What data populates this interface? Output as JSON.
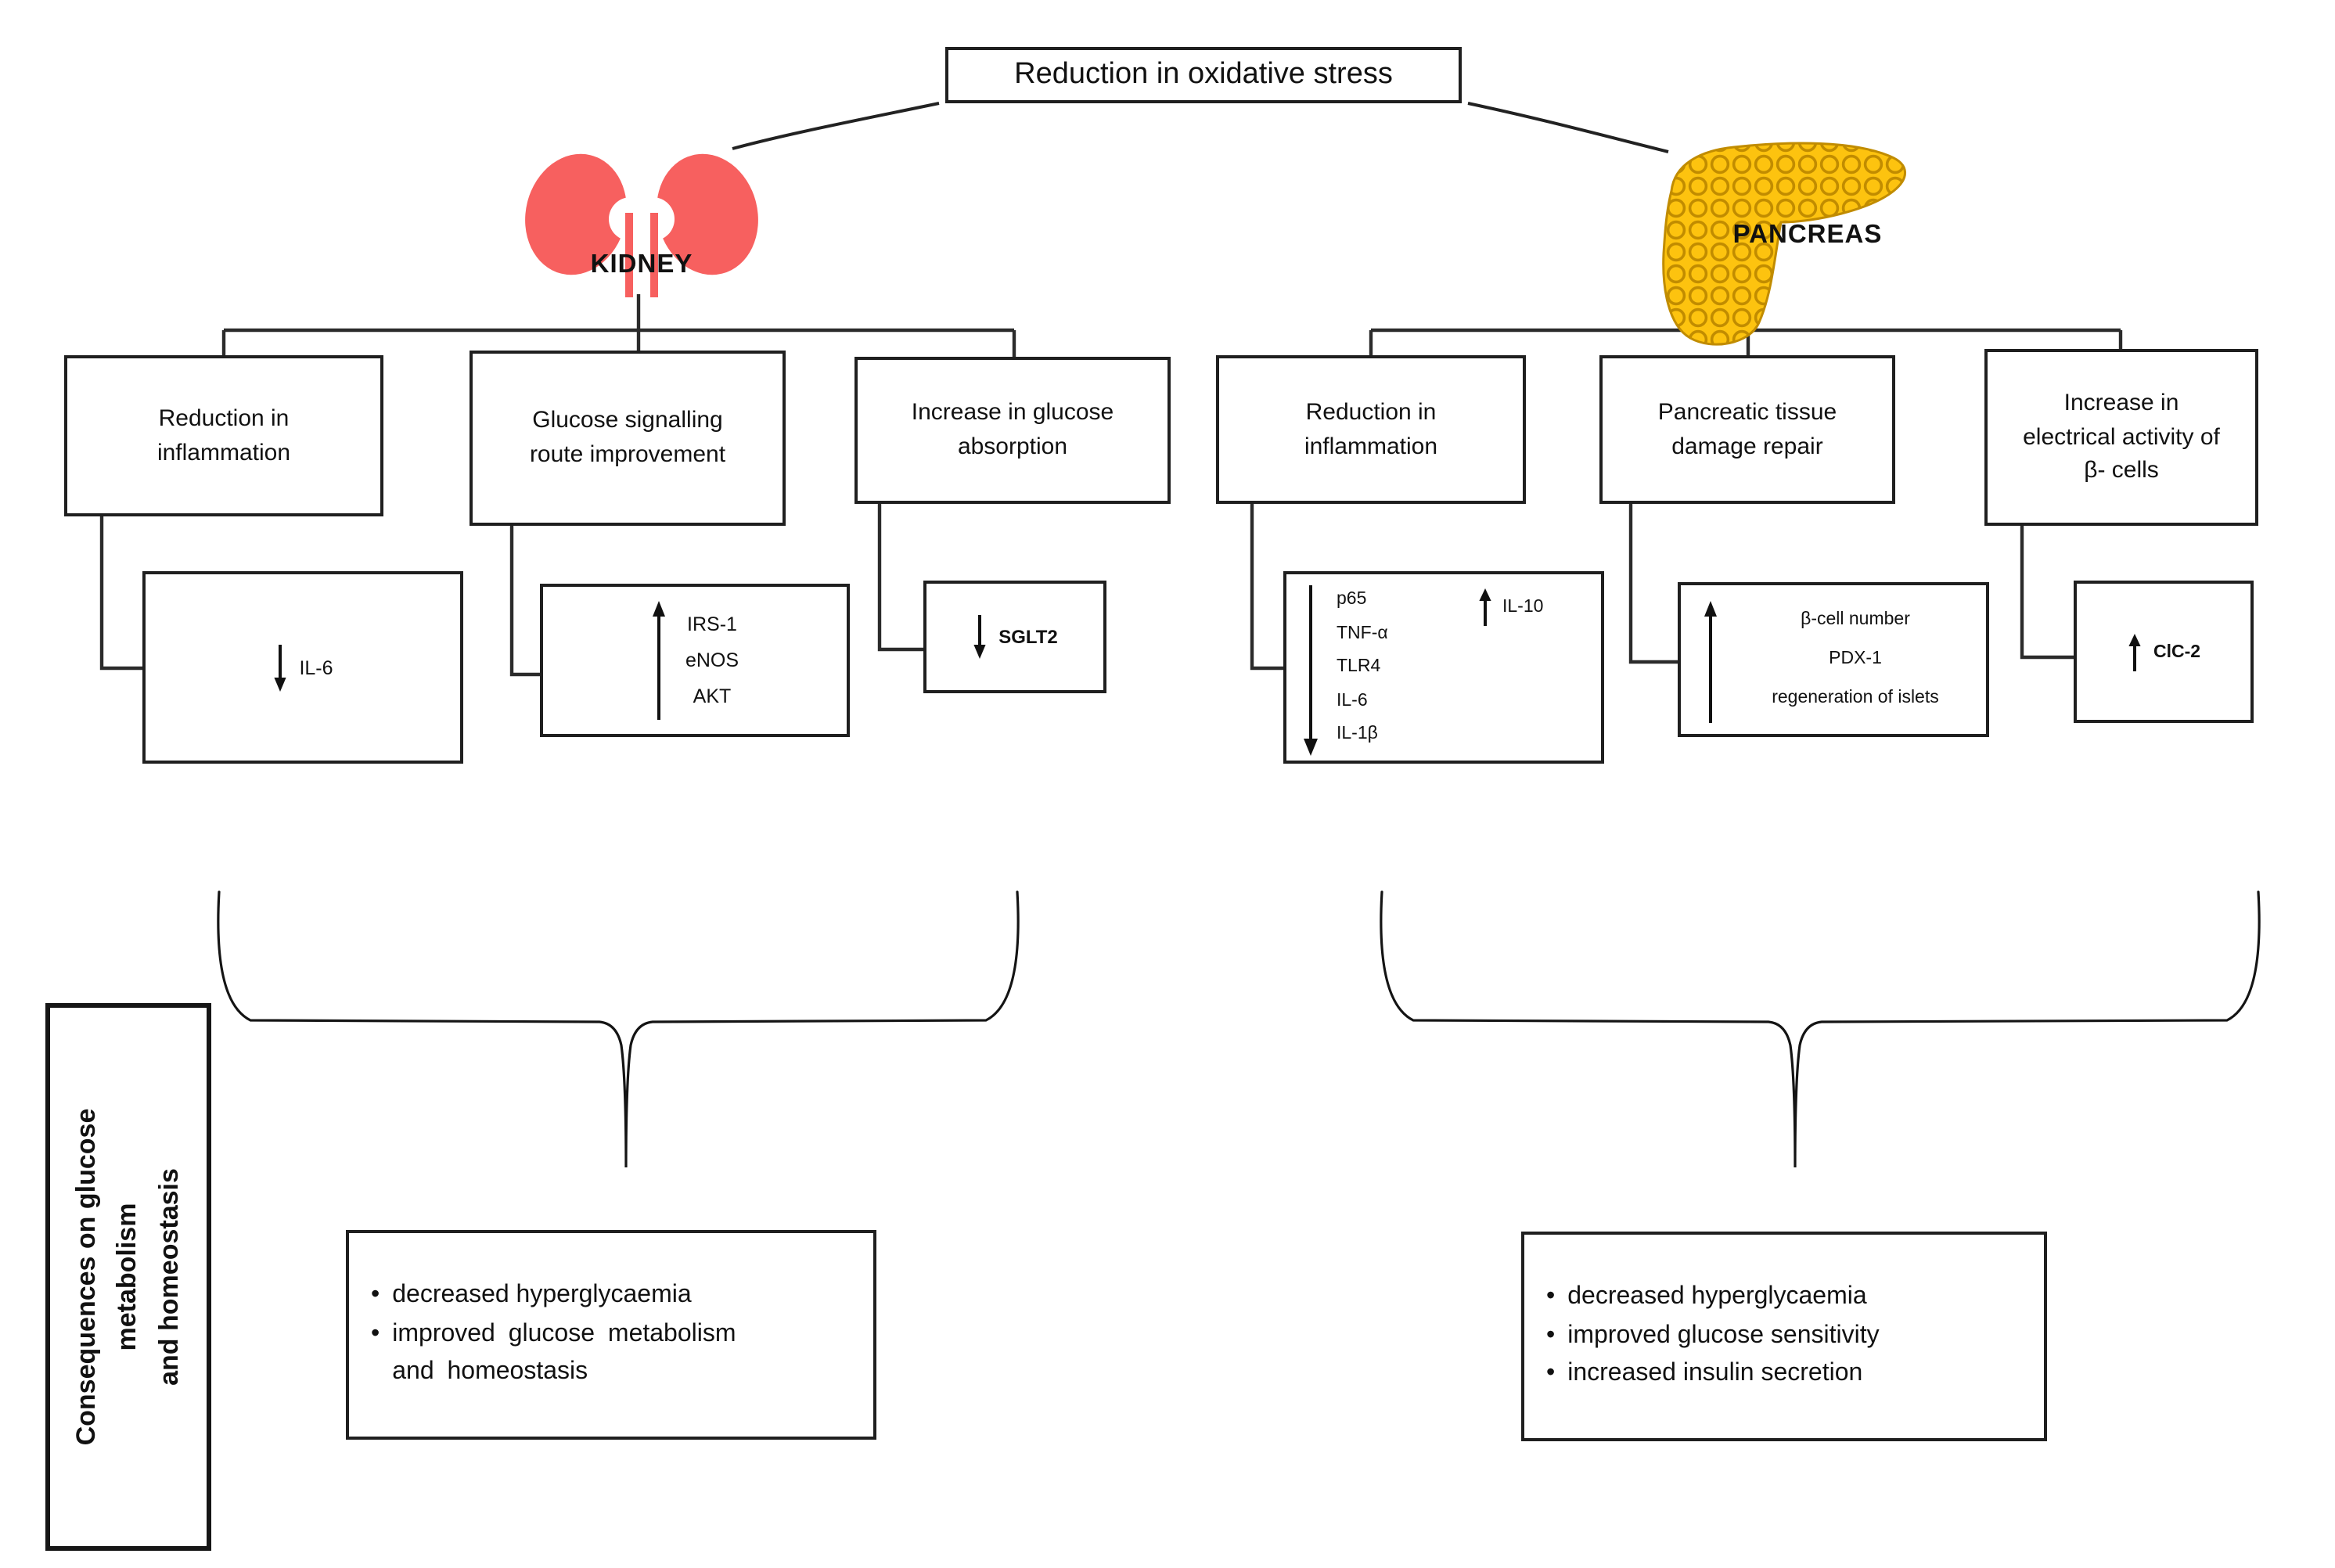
{
  "top": {
    "title": "Reduction in oxidative stress"
  },
  "kidney": {
    "label": "KIDNEY"
  },
  "pancreas": {
    "label": "PANCREAS"
  },
  "left": {
    "nodes": [
      "Reduction in\ninflammation",
      "Glucose signalling\nroute improvement",
      "Increase in glucose\nabsorption"
    ],
    "il6": "IL-6",
    "irs_items": [
      "IRS-1",
      "eNOS",
      "AKT"
    ],
    "sglt2": "SGLT2",
    "outcome": [
      "decreased hyperglycaemia",
      "improved glucose metabolism\nand homeostasis"
    ]
  },
  "right": {
    "nodes": [
      "Reduction in\ninflammation",
      "Pancreatic tissue\ndamage repair",
      "Increase in\nelectrical activity of\nβ- cells"
    ],
    "down_items": [
      "p65",
      "TNF-α",
      "TLR4",
      "IL-6",
      "IL-1β"
    ],
    "il10": "IL-10",
    "beta_items": [
      "β-cell number",
      "PDX-1",
      "regeneration of islets"
    ],
    "clc2": "ClC-2",
    "outcome": [
      "decreased hyperglycaemia",
      "improved glucose sensitivity",
      "increased insulin secretion"
    ]
  },
  "side_label": "Consequences on glucose\nmetabolism\nand homeostasis",
  "colors": {
    "kidney": "#f7605f",
    "pancreas": "#fdc30f",
    "pancreas_outline": "#c18c00",
    "line": "#2b2b2b"
  }
}
